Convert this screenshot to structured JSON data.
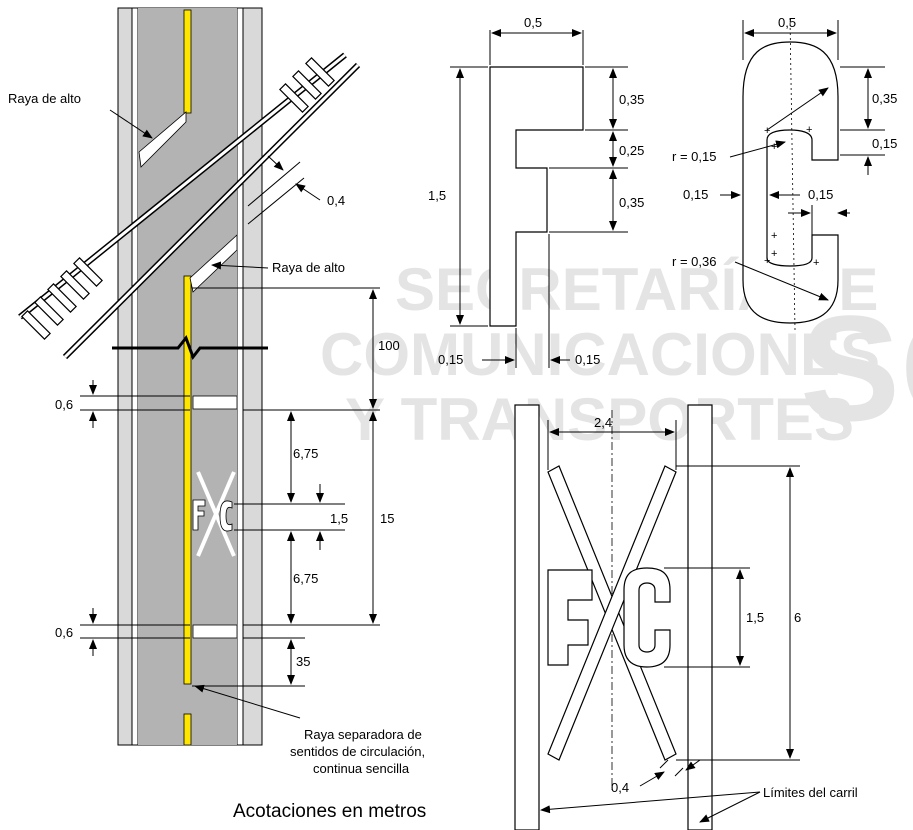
{
  "watermark": {
    "line1": "SECRETARÍA DE",
    "line2": "COMUNICACIONES",
    "line3": "Y TRANSPORTES",
    "logo": "SCT"
  },
  "road": {
    "label_stop_line_1": "Raya de alto",
    "label_stop_line_2": "Raya de alto",
    "dim_track_width": "0,4",
    "dim_100": "100",
    "dim_line_width_top": "0,6",
    "dim_6_75_top": "6,75",
    "dim_letter_height": "1,5",
    "dim_15": "15",
    "dim_6_75_bottom": "6,75",
    "dim_line_width_bottom": "0,6",
    "dim_35": "35",
    "legend_separator": [
      "Raya separadora de",
      "sentidos de circulación,",
      "continua sencilla"
    ]
  },
  "letter_f": {
    "dim_width": "0,5",
    "dim_top": "0,35",
    "dim_mid": "0,25",
    "dim_low": "0,35",
    "dim_height": "1,5",
    "dim_stroke_left": "0,15",
    "dim_stroke_right": "0,15"
  },
  "letter_c": {
    "dim_width": "0,5",
    "dim_top": "0,35",
    "dim_gap": "0,15",
    "radius_inner": "r = 0,15",
    "dim_stroke_left": "0,15",
    "dim_stroke_inner": "0,15",
    "radius_outer": "r = 0,36"
  },
  "crossing_mark": {
    "dim_width": "2,4",
    "dim_letter": "1,5",
    "dim_total": "6",
    "dim_bar": "0,4",
    "label_lane_limits": "Límites del carril"
  },
  "footer": {
    "units_note": "Acotaciones en metros"
  },
  "colors": {
    "pavement": "#b3b3b3",
    "center_line": "#ffe600",
    "shoulder": "#d9d9d9"
  }
}
